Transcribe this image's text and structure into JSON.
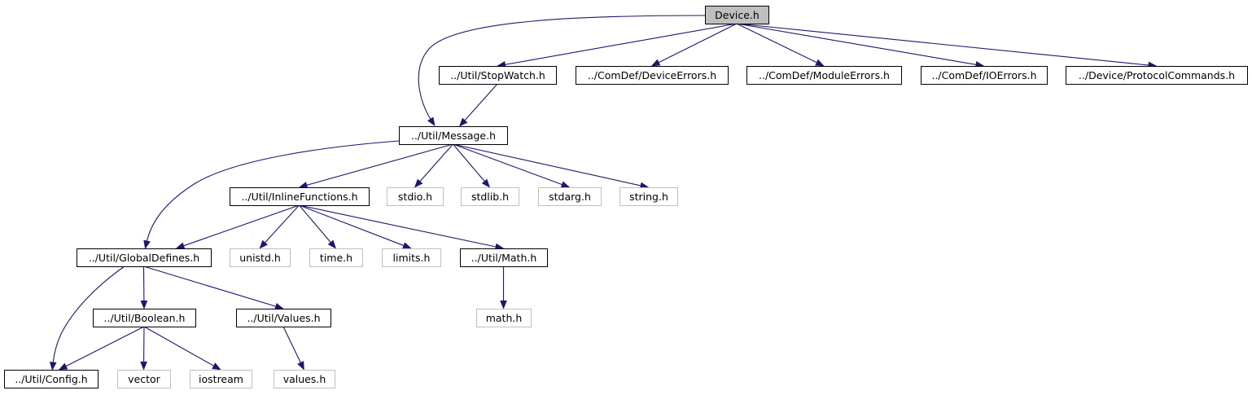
{
  "colors": {
    "edge": "#191970",
    "root_fill": "#bfbfbf",
    "internal_border": "#000000",
    "external_border": "#bfbfbf"
  },
  "nodes": [
    {
      "id": "device",
      "label": "Device.h",
      "kind": "root"
    },
    {
      "id": "stopwatch",
      "label": "../Util/StopWatch.h",
      "kind": "internal"
    },
    {
      "id": "deviceerrors",
      "label": "../ComDef/DeviceErrors.h",
      "kind": "internal"
    },
    {
      "id": "moduleerrors",
      "label": "../ComDef/ModuleErrors.h",
      "kind": "internal"
    },
    {
      "id": "ioerrors",
      "label": "../ComDef/IOErrors.h",
      "kind": "internal"
    },
    {
      "id": "protocol",
      "label": "../Device/ProtocolCommands.h",
      "kind": "internal"
    },
    {
      "id": "message",
      "label": "../Util/Message.h",
      "kind": "internal"
    },
    {
      "id": "inline",
      "label": "../Util/InlineFunctions.h",
      "kind": "internal"
    },
    {
      "id": "stdio",
      "label": "stdio.h",
      "kind": "external"
    },
    {
      "id": "stdlib",
      "label": "stdlib.h",
      "kind": "external"
    },
    {
      "id": "stdarg",
      "label": "stdarg.h",
      "kind": "external"
    },
    {
      "id": "string",
      "label": "string.h",
      "kind": "external"
    },
    {
      "id": "globaldefines",
      "label": "../Util/GlobalDefines.h",
      "kind": "internal"
    },
    {
      "id": "unistd",
      "label": "unistd.h",
      "kind": "external"
    },
    {
      "id": "time",
      "label": "time.h",
      "kind": "external"
    },
    {
      "id": "limits",
      "label": "limits.h",
      "kind": "external"
    },
    {
      "id": "math",
      "label": "../Util/Math.h",
      "kind": "internal"
    },
    {
      "id": "boolean",
      "label": "../Util/Boolean.h",
      "kind": "internal"
    },
    {
      "id": "values",
      "label": "../Util/Values.h",
      "kind": "internal"
    },
    {
      "id": "mathh",
      "label": "math.h",
      "kind": "external"
    },
    {
      "id": "config",
      "label": "../Util/Config.h",
      "kind": "internal"
    },
    {
      "id": "vector",
      "label": "vector",
      "kind": "external"
    },
    {
      "id": "iostream",
      "label": "iostream",
      "kind": "external"
    },
    {
      "id": "valuesh",
      "label": "values.h",
      "kind": "external"
    }
  ],
  "edges": [
    [
      "device",
      "message"
    ],
    [
      "device",
      "stopwatch"
    ],
    [
      "device",
      "deviceerrors"
    ],
    [
      "device",
      "moduleerrors"
    ],
    [
      "device",
      "ioerrors"
    ],
    [
      "device",
      "protocol"
    ],
    [
      "stopwatch",
      "message"
    ],
    [
      "message",
      "globaldefines"
    ],
    [
      "message",
      "inline"
    ],
    [
      "message",
      "stdio"
    ],
    [
      "message",
      "stdlib"
    ],
    [
      "message",
      "stdarg"
    ],
    [
      "message",
      "string"
    ],
    [
      "inline",
      "globaldefines"
    ],
    [
      "inline",
      "unistd"
    ],
    [
      "inline",
      "time"
    ],
    [
      "inline",
      "limits"
    ],
    [
      "inline",
      "math"
    ],
    [
      "globaldefines",
      "config"
    ],
    [
      "globaldefines",
      "boolean"
    ],
    [
      "globaldefines",
      "values"
    ],
    [
      "math",
      "mathh"
    ],
    [
      "boolean",
      "config"
    ],
    [
      "boolean",
      "vector"
    ],
    [
      "boolean",
      "iostream"
    ],
    [
      "values",
      "valuesh"
    ]
  ]
}
